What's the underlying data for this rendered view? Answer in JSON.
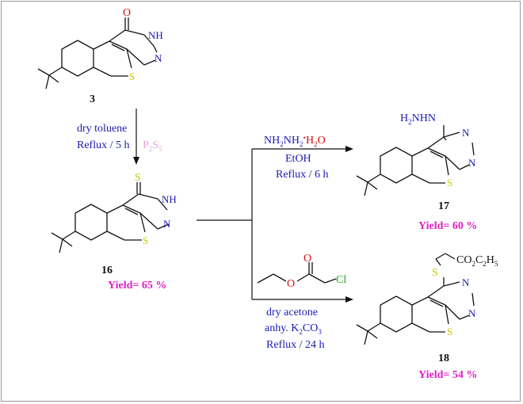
{
  "colors": {
    "condition_text": "#1a1ab4",
    "yield_text": "#e020c0",
    "reagent_p2s5": "#e8a0e0",
    "sulfur_atom": "#c8c800",
    "nitrogen_atom": "#1a1ab4",
    "oxygen_atom": "#d01010",
    "chlorine_atom": "#20a020",
    "bond": "#111111"
  },
  "compound_3": {
    "label": "3",
    "atoms": {
      "O": "O",
      "NH": "NH",
      "N": "N",
      "S": "S"
    }
  },
  "step_1": {
    "solvent": "dry toluene",
    "conditions": "Reflux / 5 h",
    "reagent": {
      "P": "P",
      "sub1": "2",
      "S": "S",
      "sub2": "5"
    }
  },
  "compound_16": {
    "label": "16",
    "yield": "Yield= 65 %",
    "atoms": {
      "S_exo": "S",
      "NH": "NH",
      "N": "N",
      "S": "S"
    }
  },
  "step_2a": {
    "reagent": {
      "part1": "NH",
      "sub1": "2",
      "part2": "NH",
      "sub2": "2",
      "dot": ".",
      "part3": "H",
      "sub3": "2",
      "part4": "O"
    },
    "solvent": "EtOH",
    "conditions": "Reflux / 6 h"
  },
  "compound_17": {
    "label": "17",
    "yield": "Yield= 60 %",
    "atoms": {
      "H2NHN": "H",
      "sub": "2",
      "rest": "NHN",
      "N1": "N",
      "N2": "N",
      "S": "S"
    }
  },
  "step_2b": {
    "reagent_atoms": {
      "O": "O",
      "O_ester": "O",
      "Cl": "Cl"
    },
    "solvent": "dry acetone",
    "base": {
      "prefix": "anhy. K",
      "sub1": "2",
      "mid": "CO",
      "sub2": "3"
    },
    "conditions": "Reflux / 24 h"
  },
  "compound_18": {
    "label": "18",
    "yield": "Yield= 54 %",
    "substituent": {
      "a": "CO",
      "s1": "2",
      "b": "C",
      "s2": "2",
      "c": "H",
      "s3": "5"
    },
    "atoms": {
      "S_link": "S",
      "N1": "N",
      "N2": "N",
      "S": "S"
    }
  }
}
